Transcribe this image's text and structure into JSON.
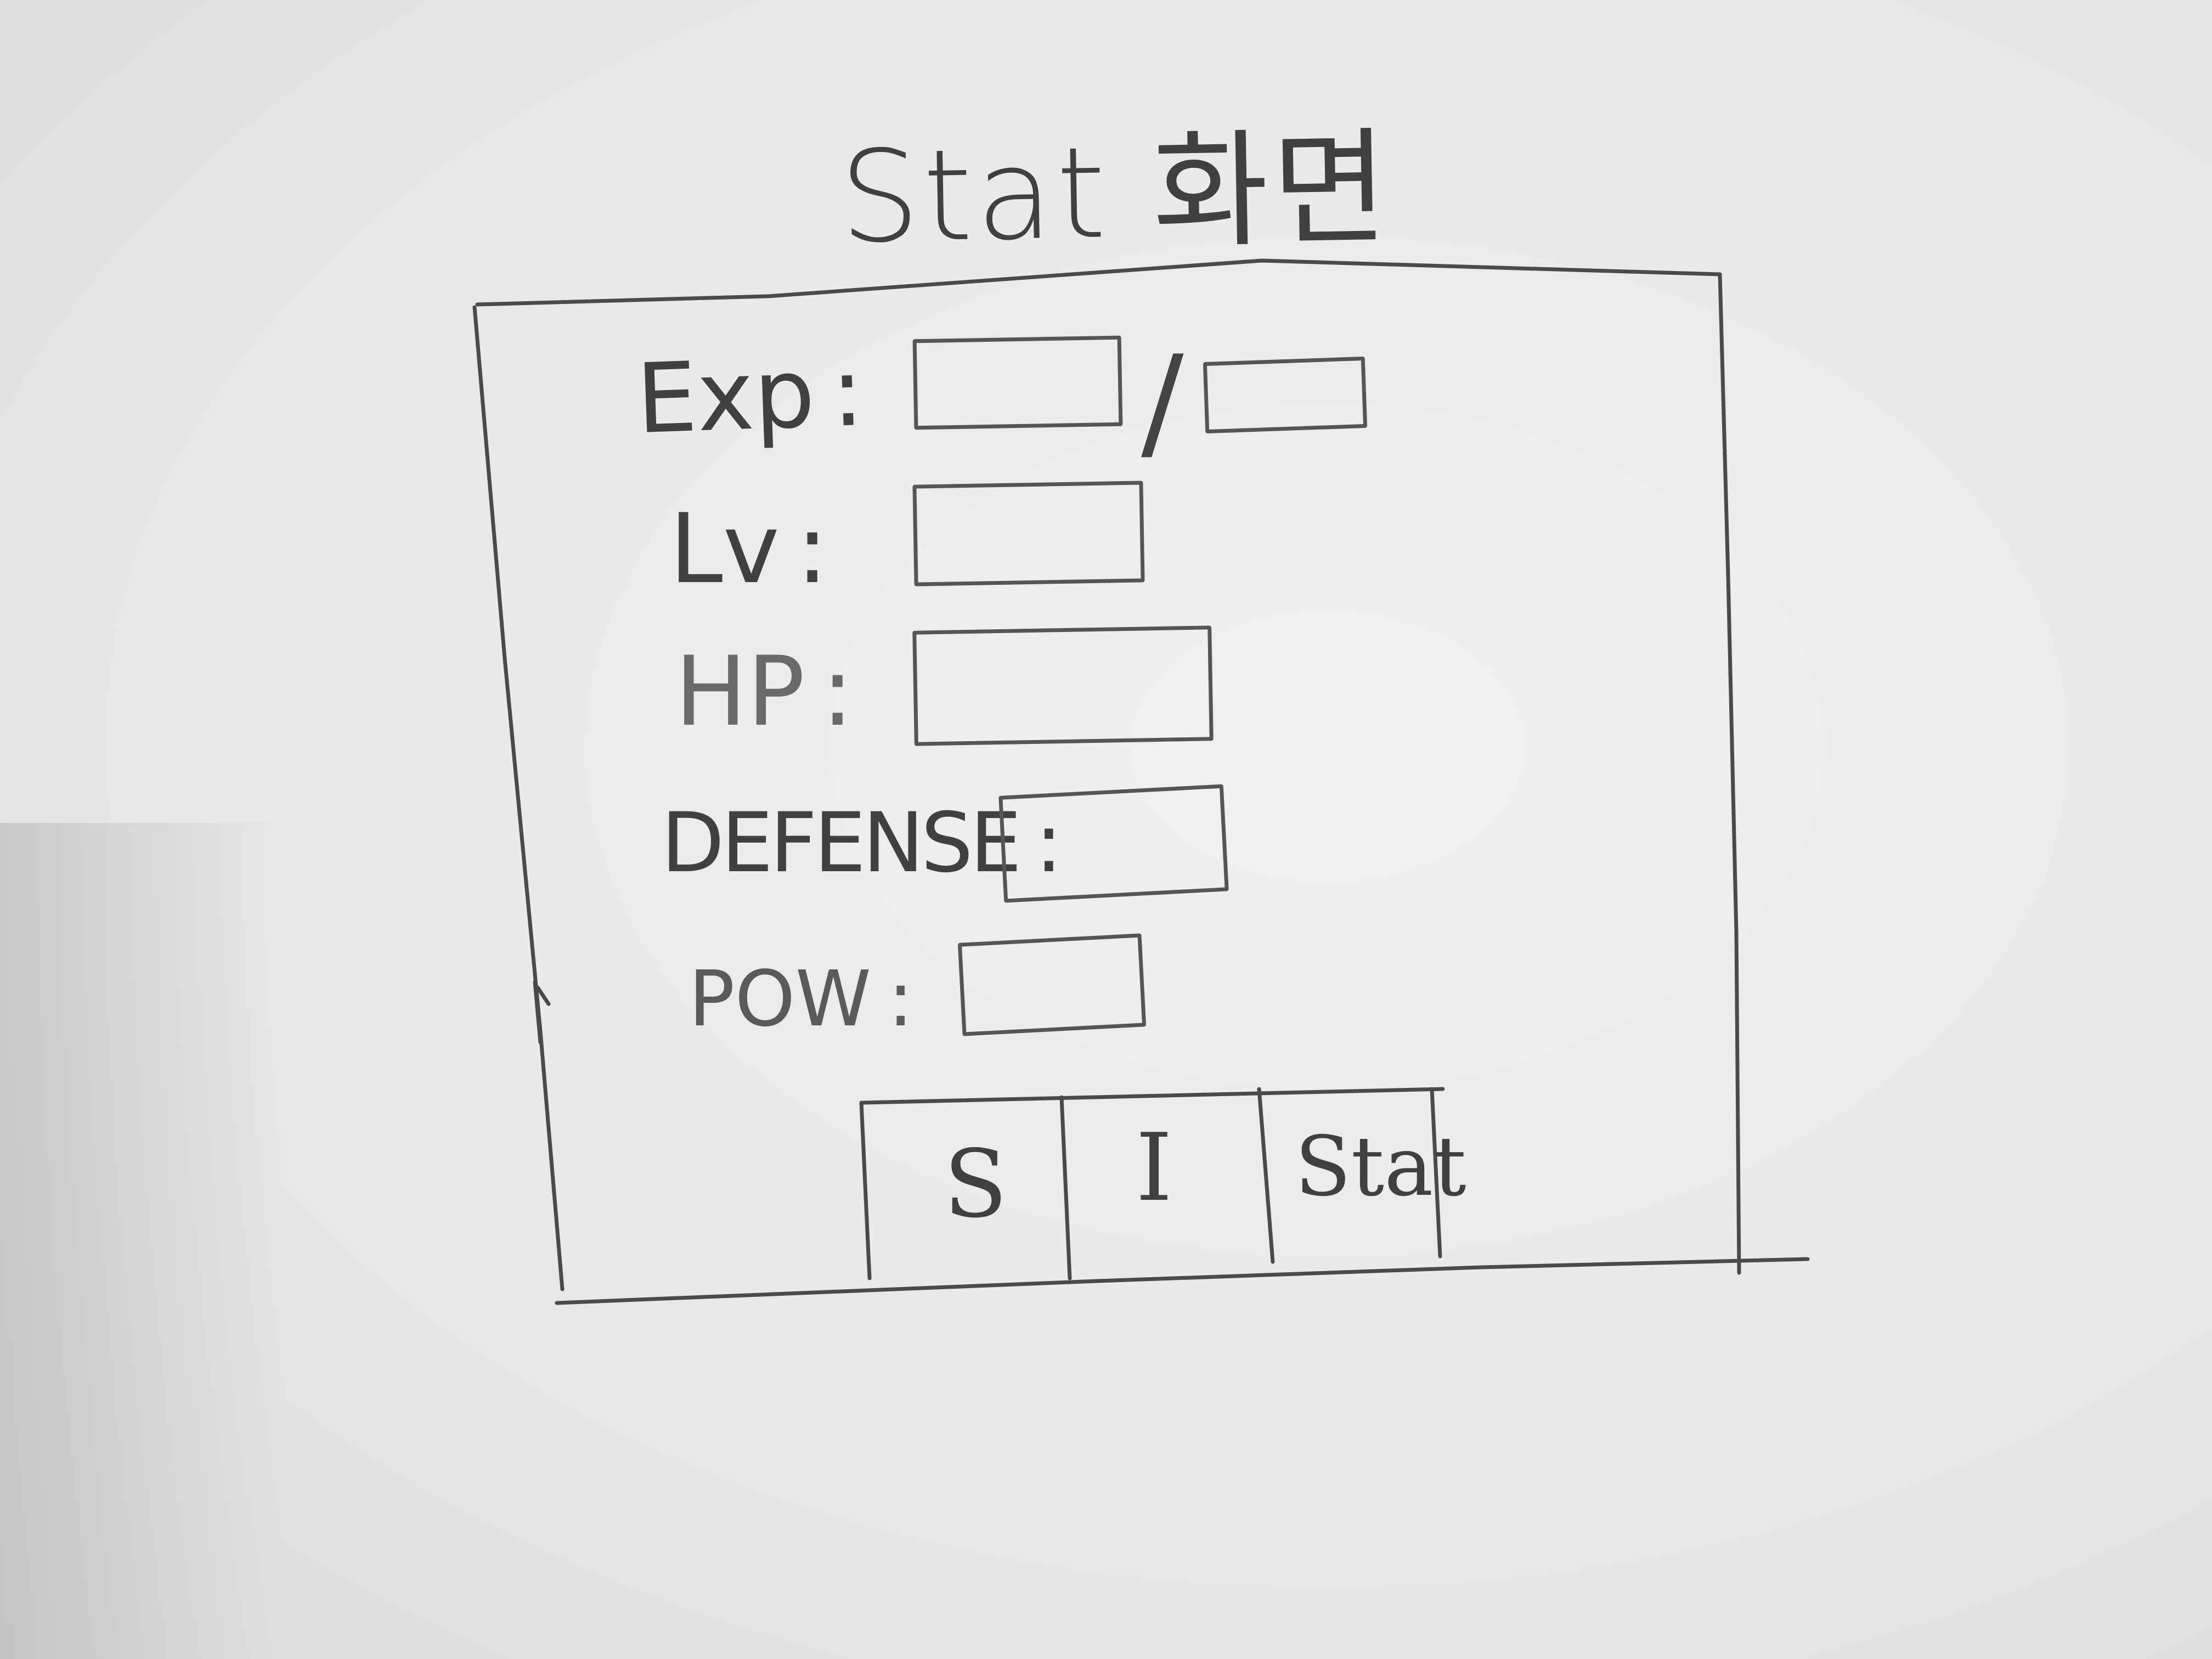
{
  "screen": {
    "title": "Stat 화면"
  },
  "stats": [
    {
      "label": "Exp",
      "colon": ":"
    },
    {
      "label": "Lv",
      "colon": ":"
    },
    {
      "label": "HP",
      "colon": ":"
    },
    {
      "label": "DEFENSE",
      "colon": ":"
    },
    {
      "label": "POW",
      "colon": ":"
    }
  ],
  "exp_separator": "/",
  "tabs": [
    {
      "label": "S"
    },
    {
      "label": "I"
    },
    {
      "label": "Stat"
    }
  ]
}
